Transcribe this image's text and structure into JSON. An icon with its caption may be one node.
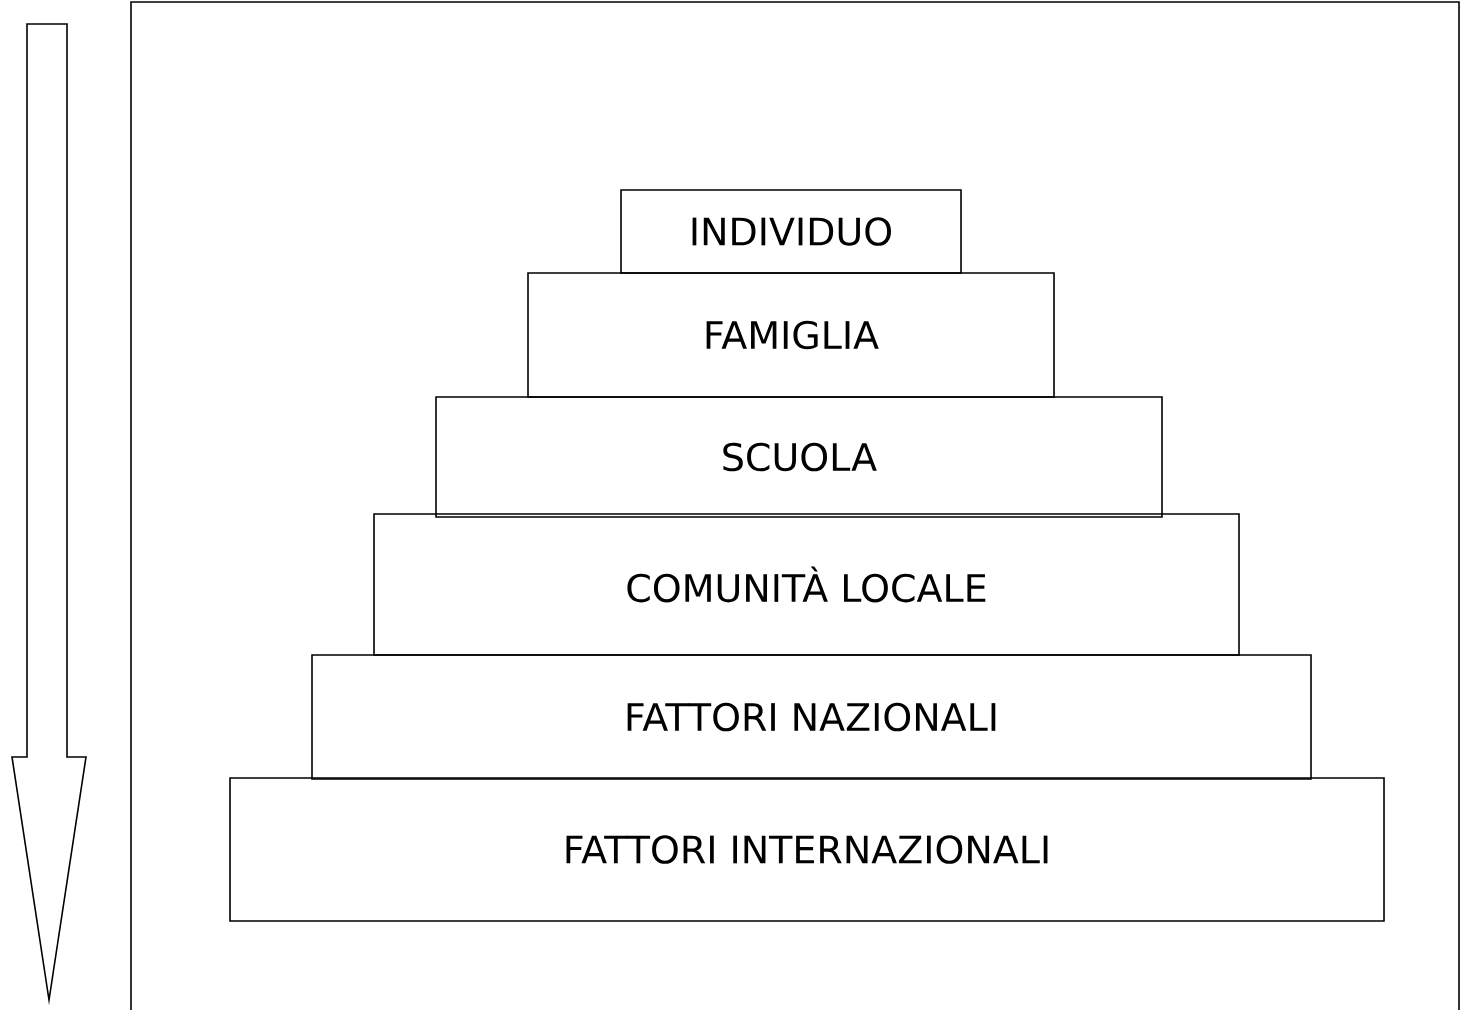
{
  "diagram": {
    "nodes": [
      {
        "text": [
          "INDIVIDUO"
        ]
      },
      {
        "text": [
          "FAMIGLIA"
        ]
      },
      {
        "text": [
          "SCUOLA"
        ]
      },
      {
        "text": [
          "COMUNITÀ LOCALE"
        ]
      },
      {
        "text": [
          "FATTORI NAZIONALI"
        ]
      },
      {
        "text": [
          "FATTORI INTERNAZIONALI"
        ]
      }
    ]
  }
}
